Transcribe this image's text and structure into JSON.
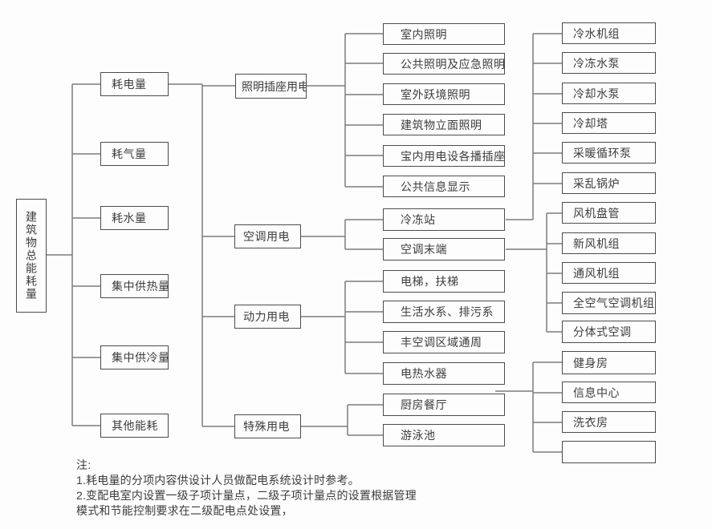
{
  "root_label": "建筑物总能耗量",
  "energy_types": [
    "耗电量",
    "耗气量",
    "耗水量",
    "集中供热量",
    "集中供冷量",
    "其他能耗"
  ],
  "electric_categories": [
    "照明插座用电",
    "空调用电",
    "动力用电",
    "特殊用电"
  ],
  "lighting_items": [
    "室内照明",
    "公共照明及应急照明",
    "室外跃境照明",
    "建筑物立面照明",
    "宝内用电设各播插座",
    "公共信息显示"
  ],
  "hvac_items": [
    "冷冻站",
    "空调末端"
  ],
  "power_items": [
    "电梯，扶梯",
    "生活水系、排污系",
    "丰空调区域通周",
    "电热水器"
  ],
  "special_items": [
    "厨房餐厅",
    "游泳池"
  ],
  "chiller_station_items": [
    "冷水机组",
    "冷冻水泵",
    "冷却水泵",
    "冷却塔",
    "采暖循环泵",
    "采乱锅炉"
  ],
  "ac_terminal_items": [
    "风机盘管",
    "新风机组",
    "通风机组",
    "全空气空调机组",
    "分体式空调"
  ],
  "facility_items": [
    "健身房",
    "信息中心",
    "洗衣房",
    ""
  ],
  "notes": {
    "title": "注:",
    "line1": "1.耗电量的分项内容供设计人员做配电系统设计时参考。",
    "line2": "2.变配电室内设置一级子项计量点，二级子项计量点的设置根据管理",
    "line3": "模式和节能控制要求在二级配电点处设置，"
  },
  "colors": {
    "line": "#7d7d7d",
    "border": "#4c4c4c",
    "text": "#3c3c3c",
    "background": "#fdfdfd"
  }
}
